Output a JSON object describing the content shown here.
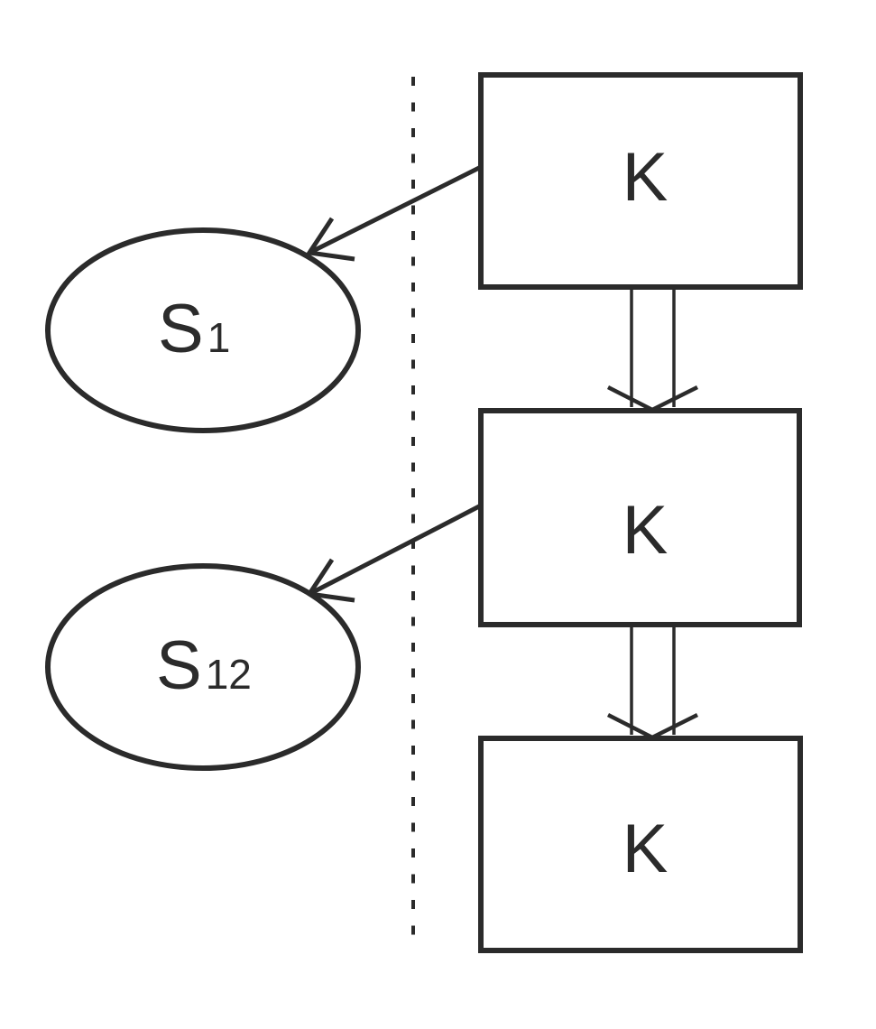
{
  "diagram": {
    "stroke_color": "#2b2b2b",
    "text_color": "#2b2b2b",
    "background_color": "#ffffff",
    "boxes": [
      {
        "label": "K"
      },
      {
        "label": "K"
      },
      {
        "label": "K"
      }
    ],
    "ellipses": [
      {
        "base": "S",
        "subscript": "1"
      },
      {
        "base": "S",
        "subscript": "12"
      }
    ]
  }
}
